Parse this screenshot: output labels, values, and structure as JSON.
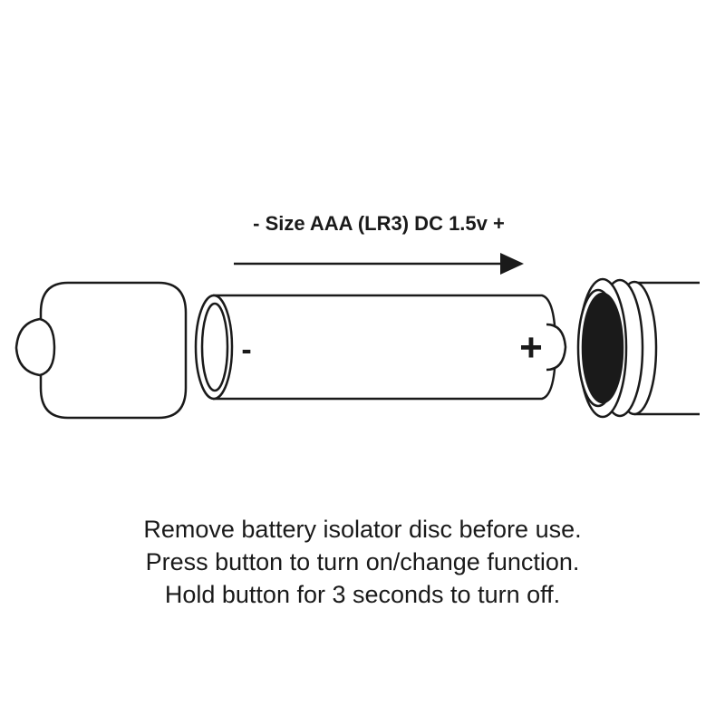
{
  "diagram": {
    "battery_size_label": "- Size AAA (LR3) DC 1.5v +",
    "battery_negative_symbol": "-",
    "battery_positive_symbol": "+",
    "direction_arrow_icon": "right-arrow-icon"
  },
  "instructions": [
    "Remove battery isolator disc before use.",
    "Press button to turn on/change function.",
    "Hold button for 3 seconds to turn off."
  ],
  "colors": {
    "stroke": "#1a1a1a",
    "background": "#ffffff"
  }
}
